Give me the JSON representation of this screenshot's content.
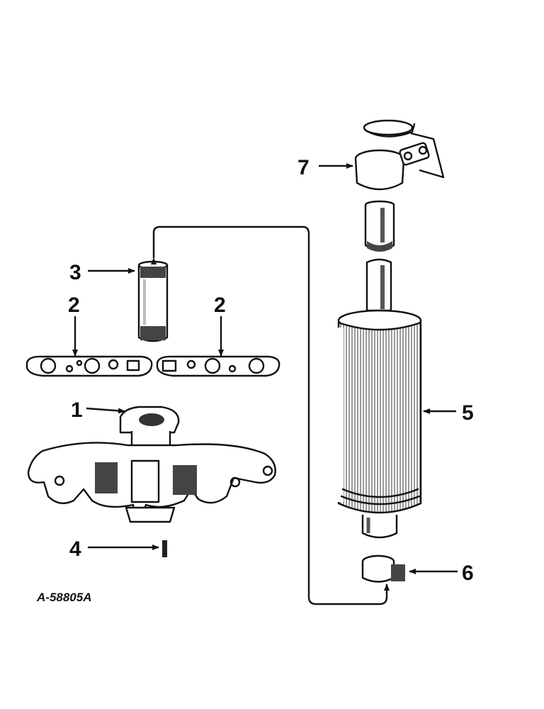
{
  "figure": {
    "id_label": "A-58805A",
    "callouts": [
      {
        "key": "manifold",
        "number": "1"
      },
      {
        "key": "gasket_left",
        "number": "2"
      },
      {
        "key": "gasket_right",
        "number": "2"
      },
      {
        "key": "pipe",
        "number": "3"
      },
      {
        "key": "stud",
        "number": "4"
      },
      {
        "key": "muffler",
        "number": "5"
      },
      {
        "key": "clamp",
        "number": "6"
      },
      {
        "key": "rain_cap",
        "number": "7"
      }
    ]
  },
  "colors": {
    "ink": "#111111",
    "paper": "#ffffff"
  }
}
